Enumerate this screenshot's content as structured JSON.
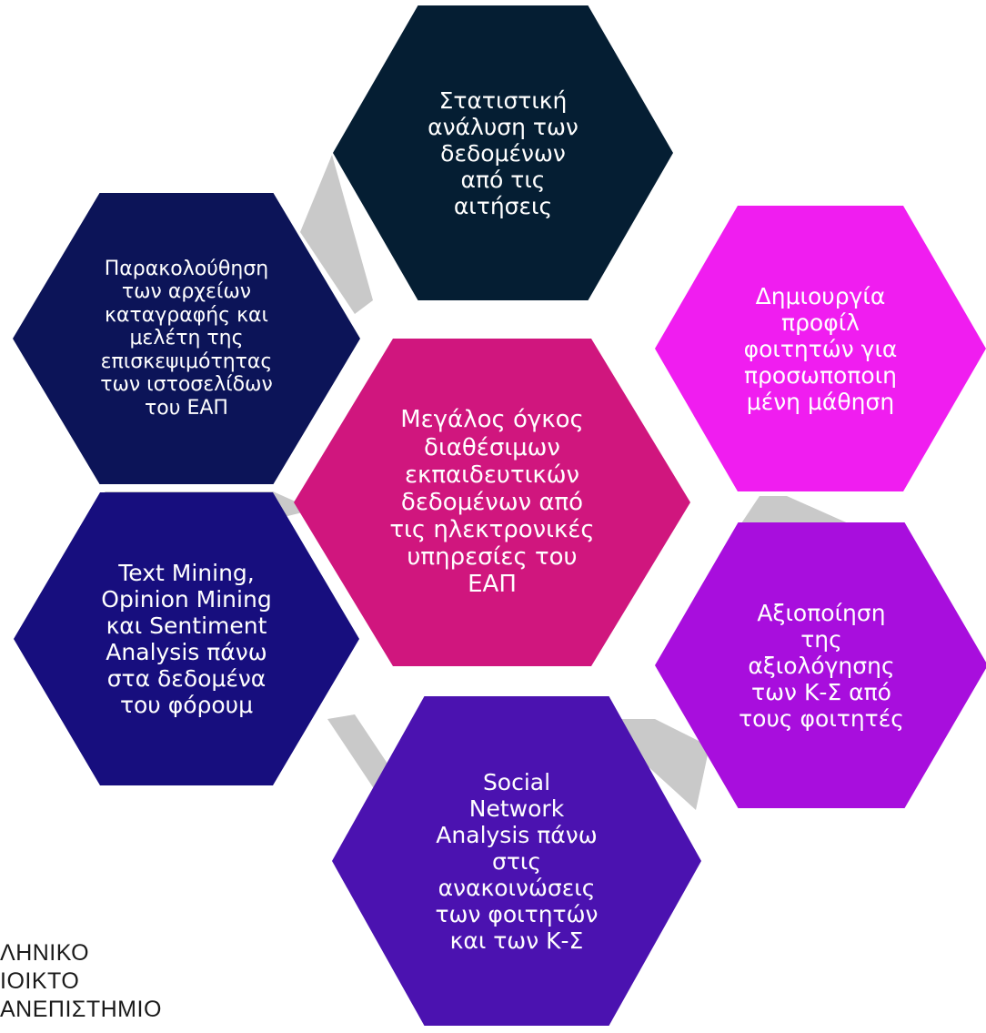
{
  "diagram": {
    "center": {
      "text": "Μεγάλος όγκος\nδιαθέσιμων\nεκπαιδευτικών\nδεδομένων από\nτις ηλεκτρονικές\nυπηρεσίες του\nΕΑΠ",
      "color": "#D0167E"
    },
    "nodes": [
      {
        "id": "top",
        "text": "Στατιστική\nανάλυση των\nδεδομένων\nαπό τις\nαιτήσεις",
        "color": "#051E33"
      },
      {
        "id": "upper-right",
        "text": "Δημιουργία\nπροφίλ\nφοιτητών για\nπροσωποποιη\nμένη μάθηση",
        "color": "#F01DF0"
      },
      {
        "id": "lower-right",
        "text": "Αξιοποίηση\nτης\nαξιολόγησης\nτων Κ-Σ από\nτους φοιτητές",
        "color": "#A80EDD"
      },
      {
        "id": "bottom",
        "text": "Social\nNetwork\nAnalysis πάνω\nστις\nανακοινώσεις\nτων φοιτητών\nκαι των Κ-Σ",
        "color": "#4B12B0"
      },
      {
        "id": "lower-left",
        "text": "Text Mining,\nOpinion Mining\nκαι Sentiment\nAnalysis πάνω\nστα δεδομένα\nτου φόρουμ",
        "color": "#170E7E"
      },
      {
        "id": "upper-left",
        "text": "Παρακολούθηση\nτων αρχείων\nκαταγραφής και\nμελέτη της\nεπισκεψιμότητας\nτων ιστοσελίδων\nτου ΕΑΠ",
        "color": "#0C1458"
      }
    ],
    "connector_color": "#C9C9C9"
  },
  "logo": {
    "lines": [
      "ΛΗΝΙΚΟ",
      "ΙΟΙΚΤΟ",
      "ΑΝΕΠΙΣΤΗΜΙΟ"
    ]
  }
}
